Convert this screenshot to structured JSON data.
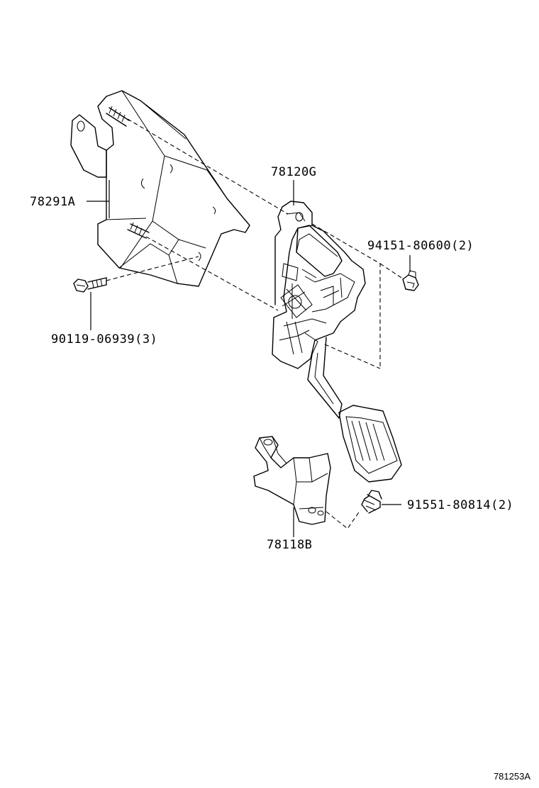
{
  "figure_code": "781253A",
  "parts": [
    {
      "number": "78291A",
      "name": "bracket-78291a"
    },
    {
      "number": "78120G",
      "name": "accelerator-pedal-78120g"
    },
    {
      "number": "94151-80600(2)",
      "name": "nut-94151-80600"
    },
    {
      "number": "90119-06939(3)",
      "name": "bolt-90119-06939"
    },
    {
      "number": "91551-80814(2)",
      "name": "bolt-91551-80814"
    },
    {
      "number": "78118B",
      "name": "bracket-78118b"
    }
  ]
}
